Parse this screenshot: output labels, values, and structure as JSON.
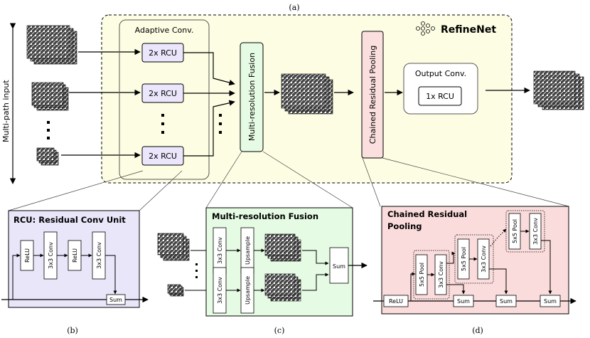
{
  "labels": {
    "a": "(a)",
    "b": "(b)",
    "c": "(c)",
    "d": "(d)",
    "refinenet": "RefineNet",
    "multipath": "Multi-path input",
    "adaptive_conv": "Adaptive Conv.",
    "rcu2x": "2x RCU",
    "mrf": "Multi-resolution Fusion",
    "crp": "Chained Residual Pooling",
    "output_conv": "Output Conv.",
    "rcu1x": "1x RCU"
  },
  "rcu_panel": {
    "title": "RCU: Residual Conv Unit",
    "relu": "ReLU",
    "conv": "3x3 Conv",
    "sum": "Sum"
  },
  "mrf_panel": {
    "title": "Multi-resolution Fusion",
    "conv": "3x3 Conv",
    "upsample": "Upsample",
    "sum": "Sum"
  },
  "crp_panel": {
    "title_line1": "Chained Residual",
    "title_line2": "Pooling",
    "relu": "ReLU",
    "pool": "5x5 Pool",
    "conv": "3x3 Conv",
    "sum": "Sum"
  },
  "colors": {
    "yellow_bg": "#fdfde3",
    "rcu_box": "#ebe6fb",
    "mrf_box": "#e6fbe3",
    "crp_box": "#fbdede",
    "panel_b": "#e9e6fa",
    "panel_c": "#e6fbe4",
    "panel_d": "#fbdcdc"
  }
}
